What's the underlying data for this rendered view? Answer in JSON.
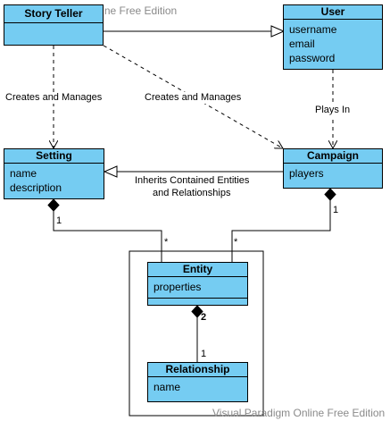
{
  "watermark": {
    "top": "Visual Paradigm Online Free Edition",
    "bottom": "Visual Paradigm Online Free Edition"
  },
  "classes": {
    "story_teller": {
      "name": "Story Teller",
      "attributes": []
    },
    "user": {
      "name": "User",
      "attributes": [
        "username",
        "email",
        "password"
      ]
    },
    "setting": {
      "name": "Setting",
      "attributes": [
        "name",
        "description"
      ]
    },
    "campaign": {
      "name": "Campaign",
      "attributes": [
        "players"
      ]
    },
    "entity": {
      "name": "Entity",
      "attributes": [
        "properties"
      ]
    },
    "relationship": {
      "name": "Relationship",
      "attributes": [
        "name"
      ]
    }
  },
  "labels": {
    "creates_manages_left": "Creates and Manages",
    "creates_manages_mid": "Creates and Manages",
    "plays_in": "Plays In",
    "inherits_line1": "Inherits Contained Entities",
    "inherits_line2": "and Relationships"
  },
  "multiplicities": {
    "setting_side": "1",
    "entity_left": "*",
    "entity_right": "*",
    "campaign_side": "1",
    "entity_bottom": "2",
    "relationship_top": "1"
  },
  "colors": {
    "class_fill": "#75ccf2",
    "line": "#000000"
  }
}
